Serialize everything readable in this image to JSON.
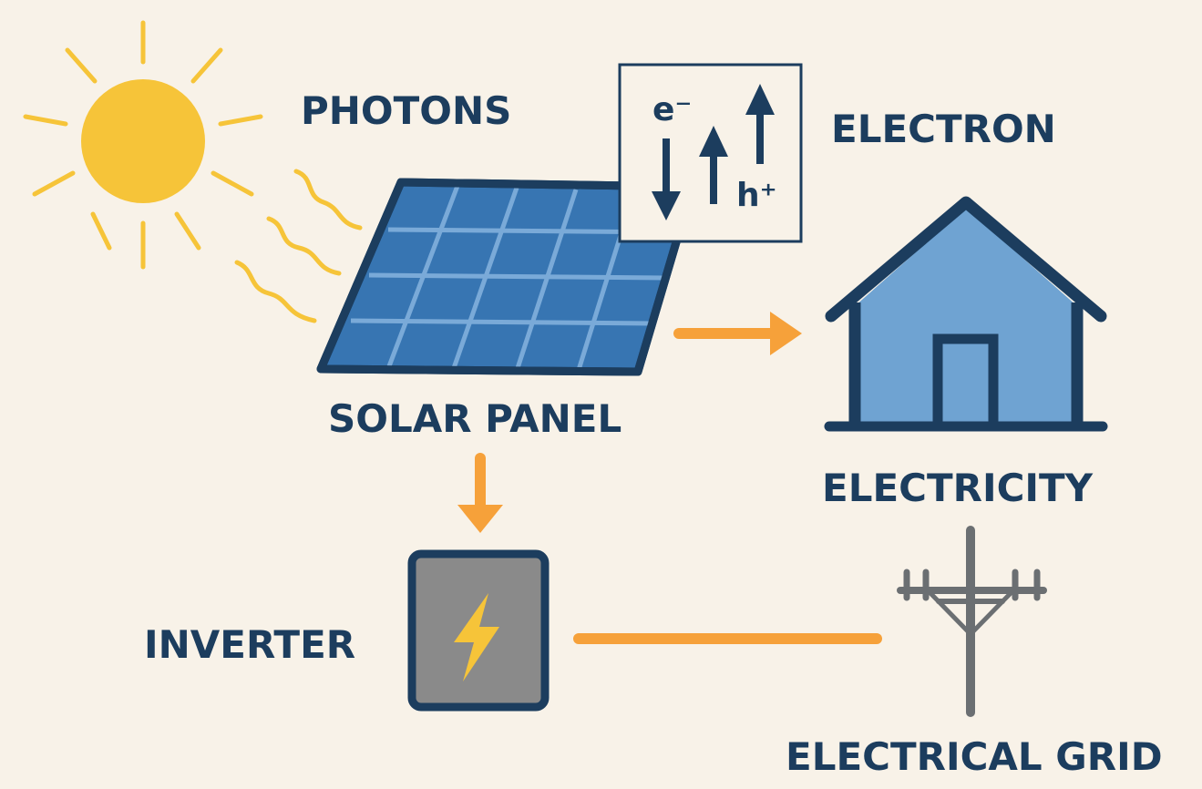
{
  "labels": {
    "photons": "PHOTONS",
    "electron": "ELECTRON",
    "solar_panel": "SOLAR PANEL",
    "electricity": "ELECTRICITY",
    "inverter": "INVERTER",
    "electrical_grid": "ELECTRICAL GRID"
  },
  "charge_box": {
    "electron_symbol": "e⁻",
    "hole_symbol": "h⁺"
  },
  "colors": {
    "background": "#f8f2e8",
    "outline": "#1c3d5e",
    "sun": "#f6c439",
    "panel_cell": "#3775b2",
    "panel_grid": "#7aaad8",
    "house_fill": "#6fa3d2",
    "flow_arrow": "#f6a13a",
    "inverter_body": "#8a8a8a",
    "bolt": "#f6c439",
    "pole": "#6b6f72"
  },
  "icons": [
    "sun-icon",
    "solar-panel-icon",
    "house-icon",
    "inverter-icon",
    "lightning-bolt-icon",
    "power-pole-icon"
  ]
}
